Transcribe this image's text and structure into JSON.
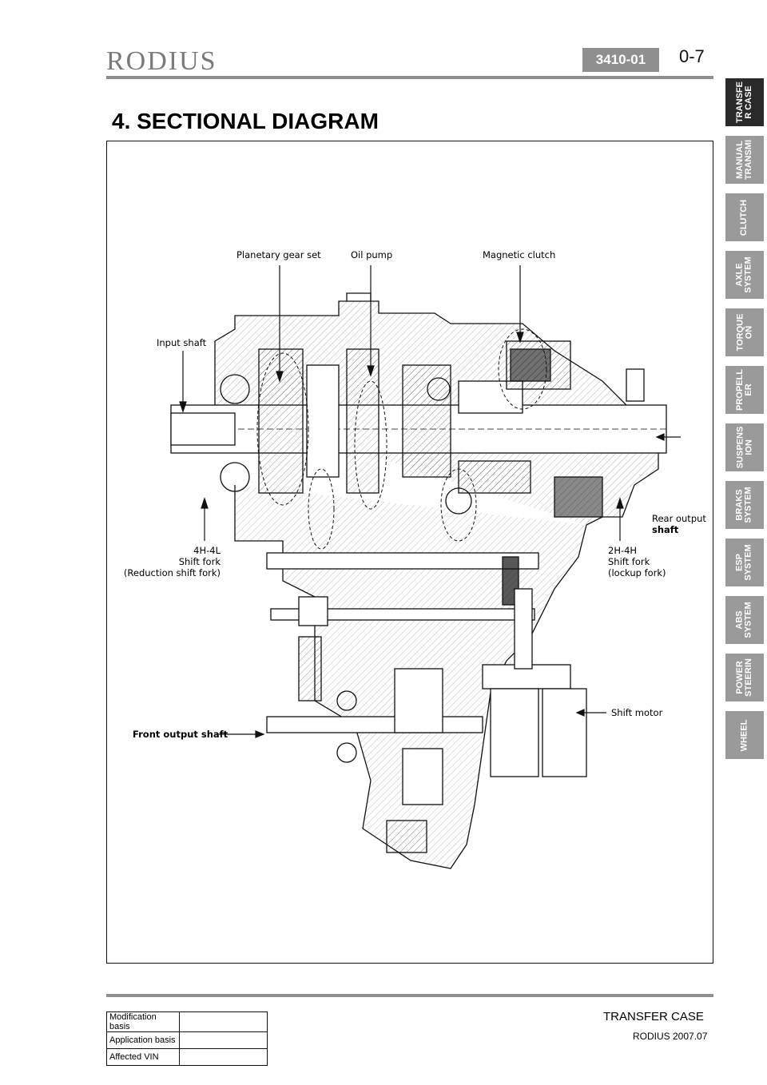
{
  "header": {
    "brand": "RODIUS",
    "section_code": "3410-01",
    "page_number": "0-7"
  },
  "section_title": "4. SECTIONAL DIAGRAM",
  "diagram_labels": {
    "planetary_gear_set": "Planetary gear set",
    "oil_pump": "Oil pump",
    "magnetic_clutch": "Magnetic clutch",
    "input_shaft": "Input shaft",
    "rear_output_1": "Rear output",
    "rear_output_2": "shaft",
    "fork_4h4l_1": "4H-4L",
    "fork_4h4l_2": "Shift fork",
    "fork_4h4l_3": "(Reduction shift fork)",
    "fork_2h4h_1": "2H-4H",
    "fork_2h4h_2": "Shift fork",
    "fork_2h4h_3": "(lockup fork)",
    "shift_motor": "Shift motor",
    "front_output_shaft": "Front output shaft"
  },
  "side_tabs": [
    {
      "label": "TRANSFE\nR CASE",
      "active": true
    },
    {
      "label": "MANUAL\nTRANSMI",
      "active": false
    },
    {
      "label": "CLUTCH",
      "active": false
    },
    {
      "label": "AXLE\nSYSTEM",
      "active": false
    },
    {
      "label": "TORQUE\nON",
      "active": false
    },
    {
      "label": "PROPELL\nER",
      "active": false
    },
    {
      "label": "SUSPENS\nION",
      "active": false
    },
    {
      "label": "BRAKS\nSYSTEM",
      "active": false
    },
    {
      "label": "ESP\nSYSTEM",
      "active": false
    },
    {
      "label": "ABS\nSYSTEM",
      "active": false
    },
    {
      "label": "POWER\nSTEERIN",
      "active": false
    },
    {
      "label": "WHEEL",
      "active": false
    }
  ],
  "footer": {
    "title": "TRANSFER CASE",
    "subtitle": "RODIUS 2007.07",
    "mod_table": {
      "modification_basis": "Modification basis",
      "application_basis": "Application basis",
      "affected_vin": "Affected VIN"
    }
  }
}
